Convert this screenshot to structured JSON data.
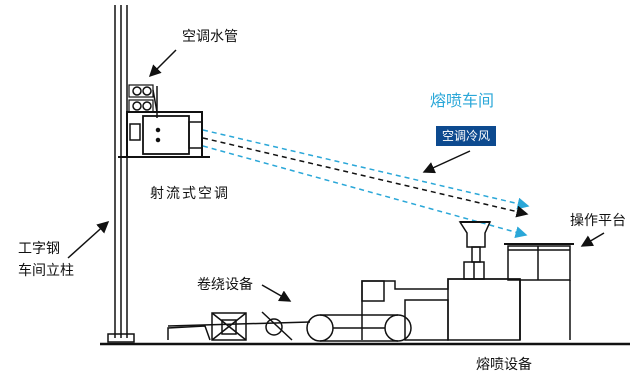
{
  "labels": {
    "ac_water_pipe": "空调水管",
    "workshop": "熔喷车间",
    "cold_air": "空调冷风",
    "jet_ac": "射流式空调",
    "column": [
      "工字钢",
      "车间立柱"
    ],
    "winding": "卷绕设备",
    "platform": "操作平台",
    "meltblown": "熔喷设备"
  },
  "colors": {
    "line": "#111111",
    "airflow": "#2aa7d8",
    "cold_air_box": "#0d4a8f"
  }
}
